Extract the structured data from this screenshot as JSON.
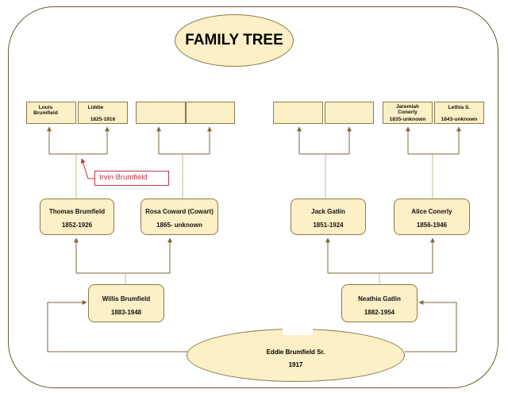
{
  "title": "FAMILY TREE",
  "colors": {
    "box_fill": "#fdefc6",
    "stroke": "#8a7a4a",
    "line": "#7a6a3a",
    "annotation": "#c0303f"
  },
  "great_grandparents": {
    "louis": {
      "name": "Louis\nBrumfield",
      "years": ""
    },
    "liddie": {
      "name": "Liddie",
      "years": "1825-1916"
    },
    "rosa_father": {
      "name": "",
      "years": ""
    },
    "rosa_mother": {
      "name": "",
      "years": ""
    },
    "jack_father": {
      "name": "",
      "years": ""
    },
    "jack_mother": {
      "name": "",
      "years": ""
    },
    "jaremiah": {
      "name": "Jaremiah\nConerly",
      "years": "1835-unknown"
    },
    "lethia": {
      "name": "Lethia S.",
      "years": "1843-unknown"
    }
  },
  "annotation": {
    "text": "Irvin Brumfield"
  },
  "grandparents": {
    "thomas": {
      "name": "Thomas Brumfield",
      "years": "1852-1926"
    },
    "rosa": {
      "name": "Rosa Coward (Cowart)",
      "years": "1865- unknown"
    },
    "jack": {
      "name": "Jack  Gatlin",
      "years": "1851-1924"
    },
    "alice": {
      "name": "Alice Conerly",
      "years": "1856-1946"
    }
  },
  "parents": {
    "willis": {
      "name": "Willis Brumfield",
      "years": "1883-1948"
    },
    "neathia": {
      "name": "Neathia Gatlin",
      "years": "1882-1954"
    }
  },
  "root": {
    "name": "Eddie Brumfield Sr.",
    "years": "1917"
  }
}
